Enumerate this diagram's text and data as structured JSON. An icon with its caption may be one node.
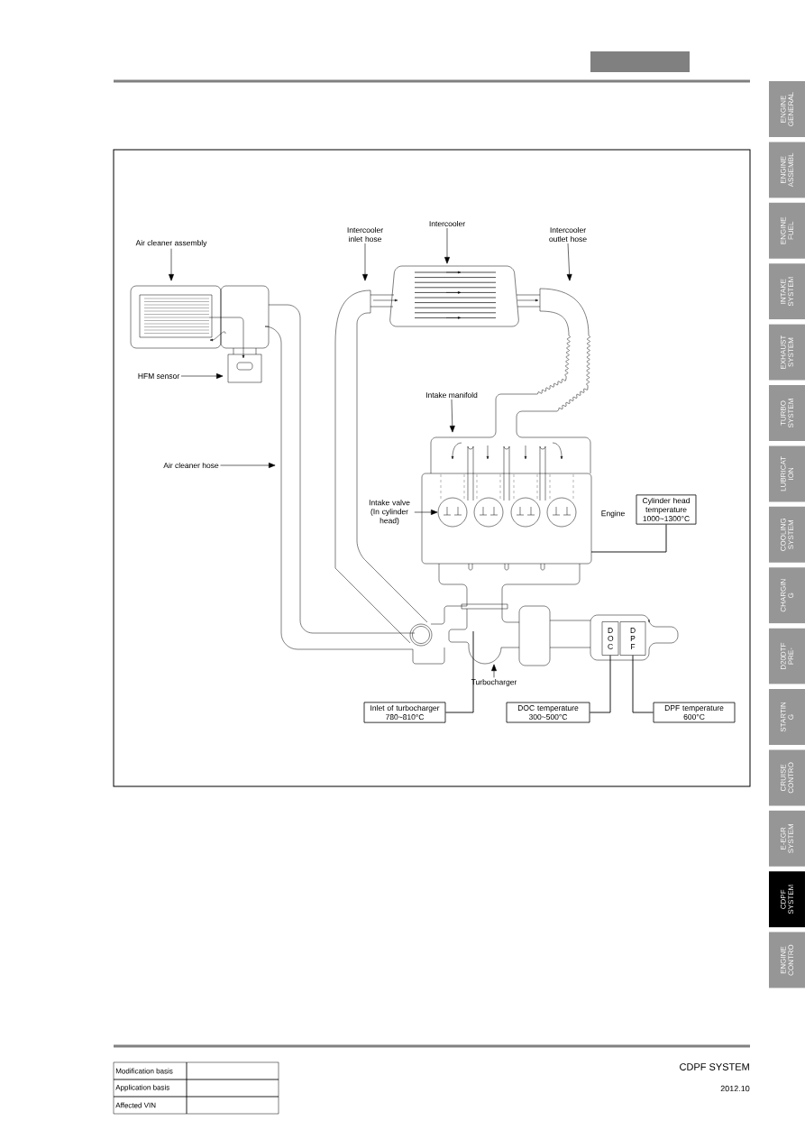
{
  "diagram": {
    "nodes": [
      {
        "text": [
          "Air cleaner assembly"
        ]
      },
      {
        "text": [
          "HFM sensor"
        ]
      },
      {
        "text": [
          "Air cleaner hose"
        ]
      },
      {
        "text": [
          "Intercooler inlet hose"
        ]
      },
      {
        "text": [
          "Intercooler"
        ]
      },
      {
        "text": [
          "Intercooler outlet hose"
        ]
      },
      {
        "text": [
          "Intake manifold"
        ]
      },
      {
        "text": [
          "Intake valve (In cylinder head)"
        ]
      },
      {
        "text": [
          "Cylinder head temperature 1000~1300°C"
        ]
      },
      {
        "text": [
          "Turbocharger"
        ]
      },
      {
        "text": [
          "Inlet of turbocharger 780~810°C"
        ]
      },
      {
        "text": [
          "D O C"
        ]
      },
      {
        "text": [
          "D P F"
        ]
      },
      {
        "text": [
          "DOC temperature 300~500°C"
        ]
      },
      {
        "text": [
          "DPF temperature 600°C"
        ]
      },
      {
        "text": [
          "ENGINE GENERAL"
        ]
      },
      {
        "text": [
          "ENGINE ASSEMBL"
        ]
      },
      {
        "text": [
          "ENGINE FUEL"
        ]
      },
      {
        "text": [
          "INTAKE SYSTEM"
        ]
      },
      {
        "text": [
          "EXHAUST SYSTEM"
        ]
      },
      {
        "text": [
          "TURBO SYSTEM"
        ]
      },
      {
        "text": [
          "LUBRICAT ION"
        ]
      },
      {
        "text": [
          "COOLING SYSTEM"
        ]
      },
      {
        "text": [
          "CHARGIN G"
        ]
      },
      {
        "text": [
          "D20DTF PRE-"
        ]
      },
      {
        "text": [
          "STARTIN G"
        ]
      },
      {
        "text": [
          "CRUISE CONTRO"
        ]
      },
      {
        "text": [
          "E-EGR SYSTEM"
        ]
      },
      {
        "text": [
          "CDPF SYSTEM"
        ]
      },
      {
        "text": [
          "ENGINE CONTRO"
        ]
      }
    ],
    "edges": [
      {
        "from": 0,
        "to": null,
        "arrow": "to"
      },
      {
        "from": 1,
        "to": null,
        "arrow": "to"
      },
      {
        "from": 2,
        "to": null,
        "arrow": "to"
      },
      {
        "from": 3,
        "to": null,
        "arrow": "to"
      },
      {
        "from": 4,
        "to": null,
        "arrow": "to"
      },
      {
        "from": 5,
        "to": null,
        "arrow": "to"
      },
      {
        "from": 6,
        "to": null,
        "arrow": "to"
      },
      {
        "from": 7,
        "to": null,
        "arrow": "to"
      },
      {
        "from": 8,
        "to": null,
        "arrow": "none"
      },
      {
        "from": 9,
        "to": null,
        "arrow": "to"
      },
      {
        "from": 10,
        "to": null,
        "arrow": "none"
      },
      {
        "from": 13,
        "to": 11,
        "arrow": "none"
      },
      {
        "from": 14,
        "to": 12,
        "arrow": "none"
      }
    ],
    "labels": [
      "Engine",
      "Modification basis",
      "Application basis",
      "Affected VIN",
      "CDPF SYSTEM",
      "2012.10"
    ]
  }
}
